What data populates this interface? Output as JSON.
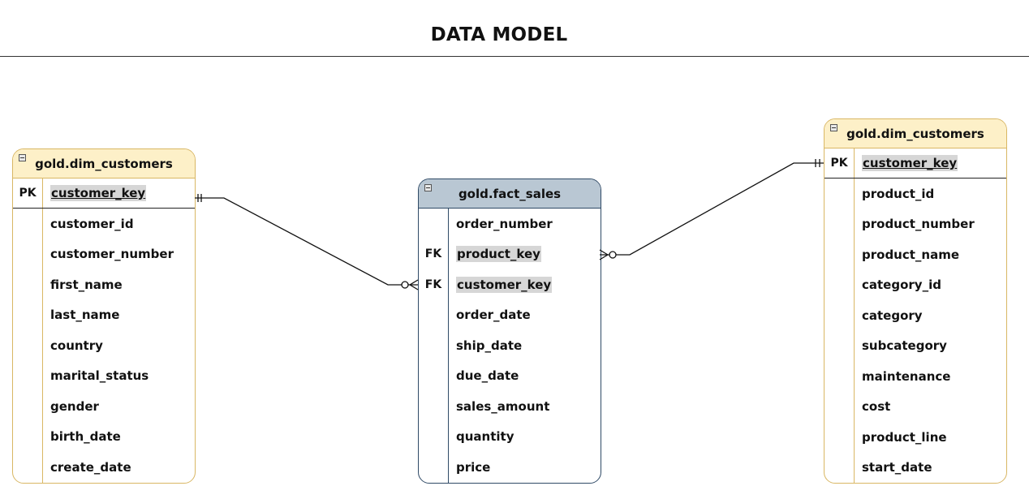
{
  "diagram": {
    "title": "DATA MODEL"
  },
  "entities": {
    "customers": {
      "title": "gold.dim_customers",
      "pk": {
        "key": "PK",
        "field": "customer_key"
      },
      "fields": [
        "customer_id",
        "customer_number",
        "first_name",
        "last_name",
        "country",
        "marital_status",
        "gender",
        "birth_date",
        "create_date"
      ]
    },
    "fact": {
      "title": "gold.fact_sales",
      "fields": [
        {
          "key": "",
          "field": "order_number"
        },
        {
          "key": "FK",
          "field": "product_key"
        },
        {
          "key": "FK",
          "field": "customer_key"
        },
        {
          "key": "",
          "field": "order_date"
        },
        {
          "key": "",
          "field": "ship_date"
        },
        {
          "key": "",
          "field": "due_date"
        },
        {
          "key": "",
          "field": "sales_amount"
        },
        {
          "key": "",
          "field": "quantity"
        },
        {
          "key": "",
          "field": "price"
        }
      ]
    },
    "products": {
      "title": "gold.dim_customers",
      "pk": {
        "key": "PK",
        "field": "customer_key"
      },
      "fields": [
        "product_id",
        "product_number",
        "product_name",
        "category_id",
        "category",
        "subcategory",
        "maintenance",
        "cost",
        "product_line",
        "start_date"
      ]
    }
  },
  "relationships": [
    {
      "from": "customers.customer_key",
      "to": "fact.customer_key",
      "from_end": "one-and-only-one",
      "to_end": "zero-or-many"
    },
    {
      "from": "products.customer_key",
      "to": "fact.product_key",
      "from_end": "one-and-only-one",
      "to_end": "zero-or-many"
    }
  ]
}
